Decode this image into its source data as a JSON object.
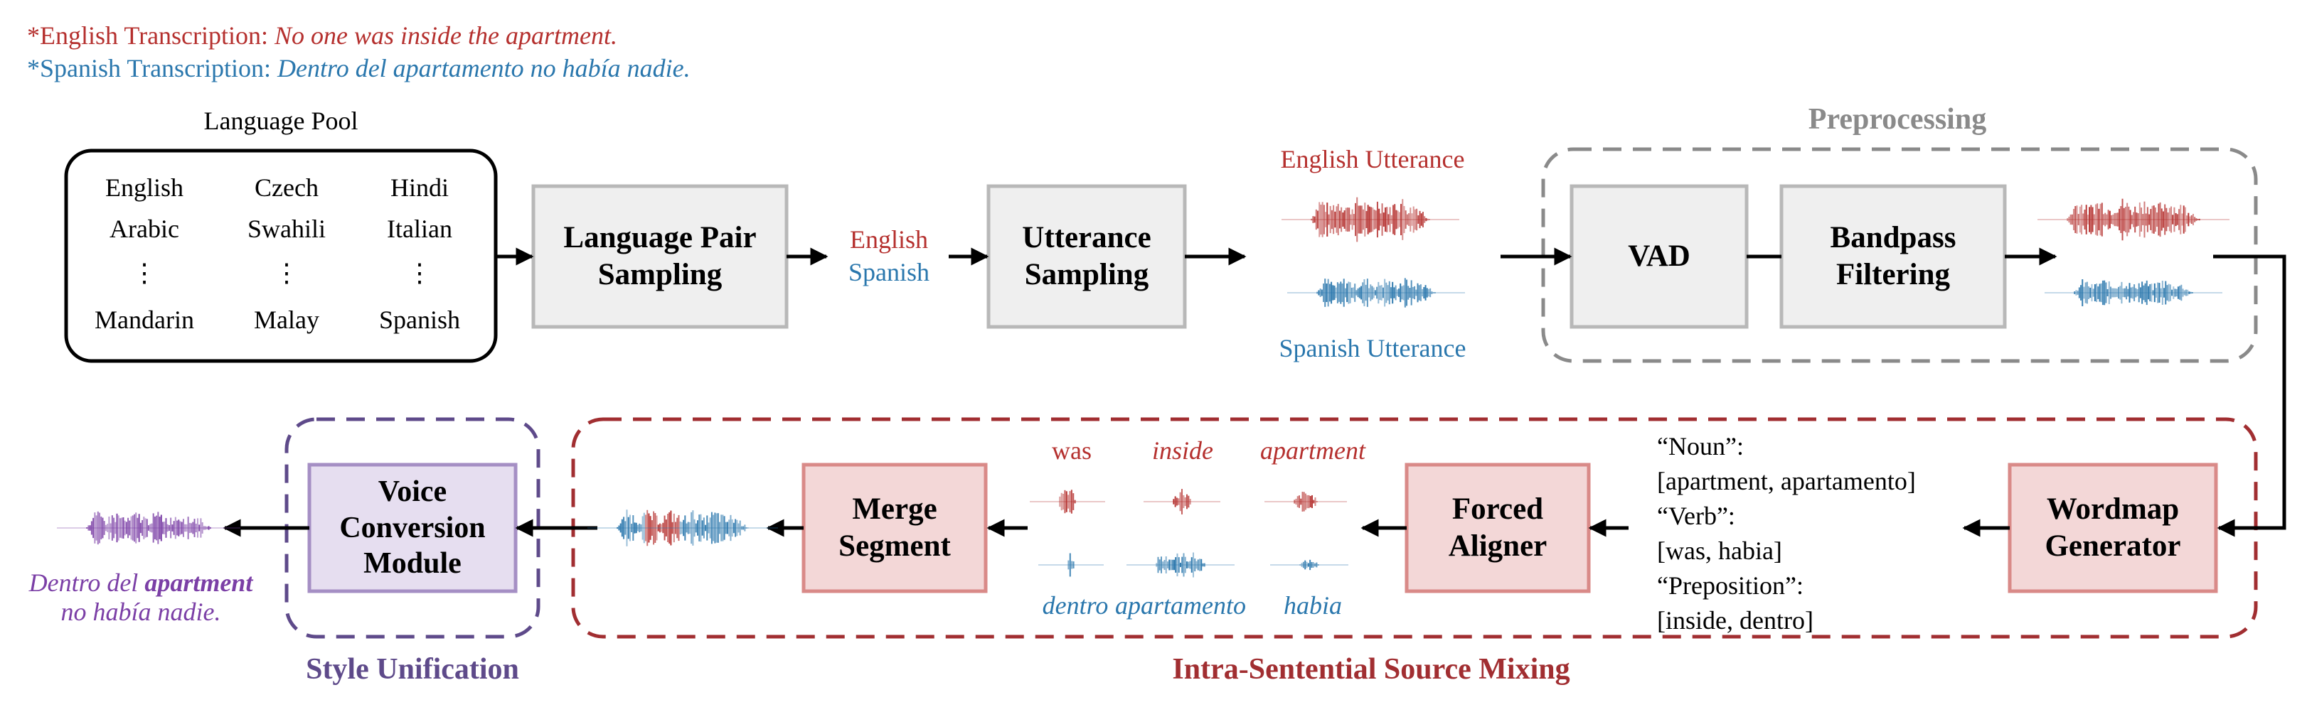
{
  "notes": {
    "english_prefix": "*English Transcription: ",
    "english_text": "No one was inside the apartment.",
    "spanish_prefix": "*Spanish Transcription: ",
    "spanish_text": "Dentro del apartamento no había nadie."
  },
  "language_pool": {
    "title": "Language Pool",
    "columns": [
      [
        "English",
        "Arabic",
        "⋮",
        "Mandarin"
      ],
      [
        "Czech",
        "Swahili",
        "⋮",
        "Malay"
      ],
      [
        "Hindi",
        "Italian",
        "⋮",
        "Spanish"
      ]
    ]
  },
  "boxes": {
    "language_pair_sampling": [
      "Language Pair",
      "Sampling"
    ],
    "utterance_sampling": [
      "Utterance",
      "Sampling"
    ],
    "vad": [
      "VAD"
    ],
    "bandpass_filtering": [
      "Bandpass",
      "Filtering"
    ],
    "wordmap_generator": [
      "Wordmap",
      "Generator"
    ],
    "forced_aligner": [
      "Forced",
      "Aligner"
    ],
    "merge_segment": [
      "Merge",
      "Segment"
    ],
    "voice_conversion_module": [
      "Voice",
      "Conversion",
      "Module"
    ]
  },
  "pair_labels": {
    "english": "English",
    "spanish": "Spanish"
  },
  "utterance_labels": {
    "english": "English Utterance",
    "spanish": "Spanish Utterance"
  },
  "groups": {
    "preprocessing": "Preprocessing",
    "intra_sentential": "Intra-Sentential Source Mixing",
    "style_unification": "Style Unification"
  },
  "wordmap": {
    "lines": [
      "“Noun”:",
      "[apartment, apartamento]",
      "“Verb”:",
      "[was, habia]",
      "“Preposition”:",
      "[inside, dentro]"
    ]
  },
  "aligned_words": {
    "english": [
      "was",
      "inside",
      "apartment"
    ],
    "spanish": [
      "dentro",
      "apartamento",
      "habia"
    ]
  },
  "output_sentence": {
    "part1": "Dentro del ",
    "bold": "apartment",
    "part2": "no había nadie."
  },
  "colors": {
    "english": "#b5302e",
    "spanish": "#2a77ad",
    "output": "#7b3fa6",
    "gray_box_fill": "#efefef",
    "gray_box_stroke": "#b8b8b8",
    "pink_box_fill": "#f3d7d7",
    "pink_box_stroke": "#d98a88",
    "purple_box_fill": "#e6def0",
    "purple_box_stroke": "#a58fc4",
    "preprocessing_border": "#8a8a8a",
    "mixing_border": "#a12e31",
    "style_border": "#5e4a8a"
  }
}
